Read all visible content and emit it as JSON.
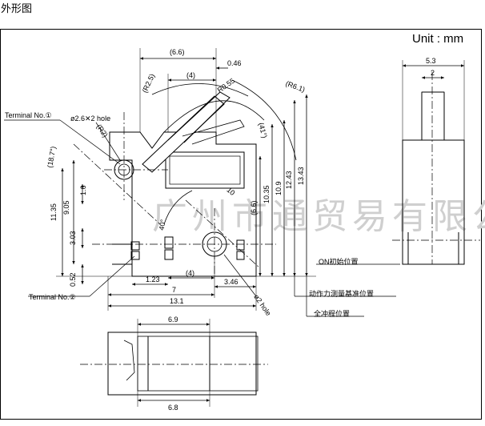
{
  "page_title": "外形图",
  "unit_label": "Unit : mm",
  "watermark": "广州市通贸易有限公司",
  "callouts": {
    "terminal_1": "Terminal No.①",
    "terminal_2": "Terminal No.②",
    "hole_2x": "ø2.6✕2 hole",
    "hole_2": "ø2 hole",
    "on_position": "ON初始位置",
    "operating_force_ref": "动作力测量基准位置",
    "full_travel": "全冲程位置"
  },
  "dimensions": {
    "top_6_6": "(6.6)",
    "top_0_46": "0.46",
    "top_4": "(4)",
    "r2_5": "(R2.5)",
    "r0_55": "R0.55",
    "r6_1": "(R6.1)",
    "r2": "(R2)",
    "a18_7": "(18.7°)",
    "a41": "(41°)",
    "a40": "40°",
    "d10": "10",
    "d6_6v": "(6.6)",
    "d10_35": "10.35",
    "d10_9": "10.9",
    "d12_43": "12.43",
    "d13_43": "13.43",
    "d11_35": "11.35",
    "d9_05": "9.05",
    "d1_6": "1.6",
    "d3_03": "3.03",
    "d0_52": "0.52",
    "d1_23": "1.23",
    "d4b": "(4)",
    "d7": "7",
    "d13_1": "13.1",
    "d3_46": "3.46",
    "side_5_3": "5.3",
    "side_2": "2",
    "bottom_6_9": "6.9",
    "bottom_6_8": "6.8"
  }
}
